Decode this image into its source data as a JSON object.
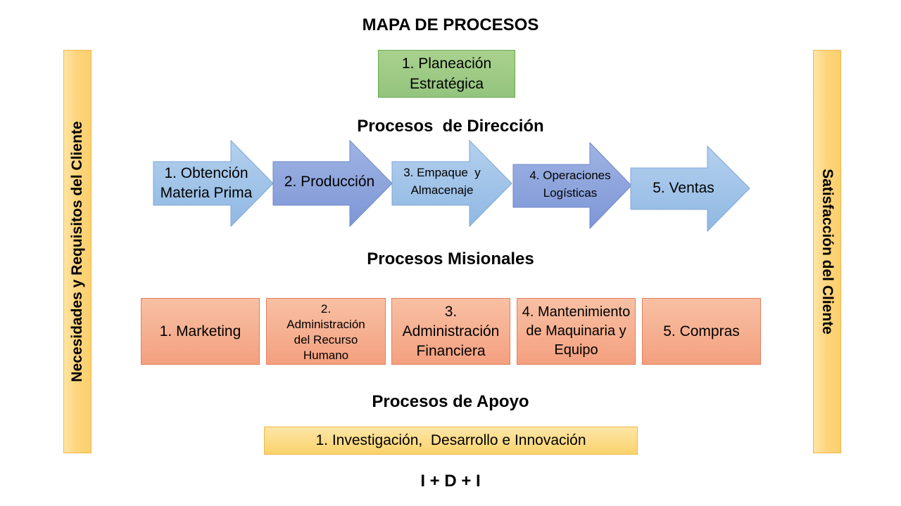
{
  "title": "MAPA DE PROCESOS",
  "left_bar": "Necesidades y Requisitos del Cliente",
  "right_bar": "Satisfacción del Cliente",
  "top_box": {
    "line1": "1. Planeación",
    "line2": "Estratégica"
  },
  "section_direction": "Procesos  de Dirección",
  "section_misionales": "Procesos Misionales",
  "section_apoyo": "Procesos de Apoyo",
  "arrows": [
    {
      "line1": "1. Obtención",
      "line2": "Materia Prima"
    },
    {
      "line1": "2. Producción",
      "line2": ""
    },
    {
      "line1": "3. Empaque  y",
      "line2": "Almacenaje"
    },
    {
      "line1": "4. Operaciones",
      "line2": "Logísticas"
    },
    {
      "line1": "5. Ventas",
      "line2": ""
    }
  ],
  "mission_boxes": [
    {
      "lines": [
        "1. Marketing"
      ]
    },
    {
      "lines": [
        "2.",
        "Administración",
        "del Recurso",
        "Humano"
      ]
    },
    {
      "lines": [
        "3.",
        "Administración",
        "Financiera"
      ]
    },
    {
      "lines": [
        "4. Mantenimiento",
        "de Maquinaria y",
        "Equipo"
      ]
    },
    {
      "lines": [
        "5. Compras"
      ]
    }
  ],
  "support_box": "1. Investigación,  Desarrollo e Innovación",
  "footer": "I + D + I",
  "colors": {
    "green": "#a9d18e",
    "arrow_light": "#9dc3e6",
    "arrow_dark": "#8ea9db",
    "orange": "#f4b183",
    "yellow": "#ffd966"
  }
}
